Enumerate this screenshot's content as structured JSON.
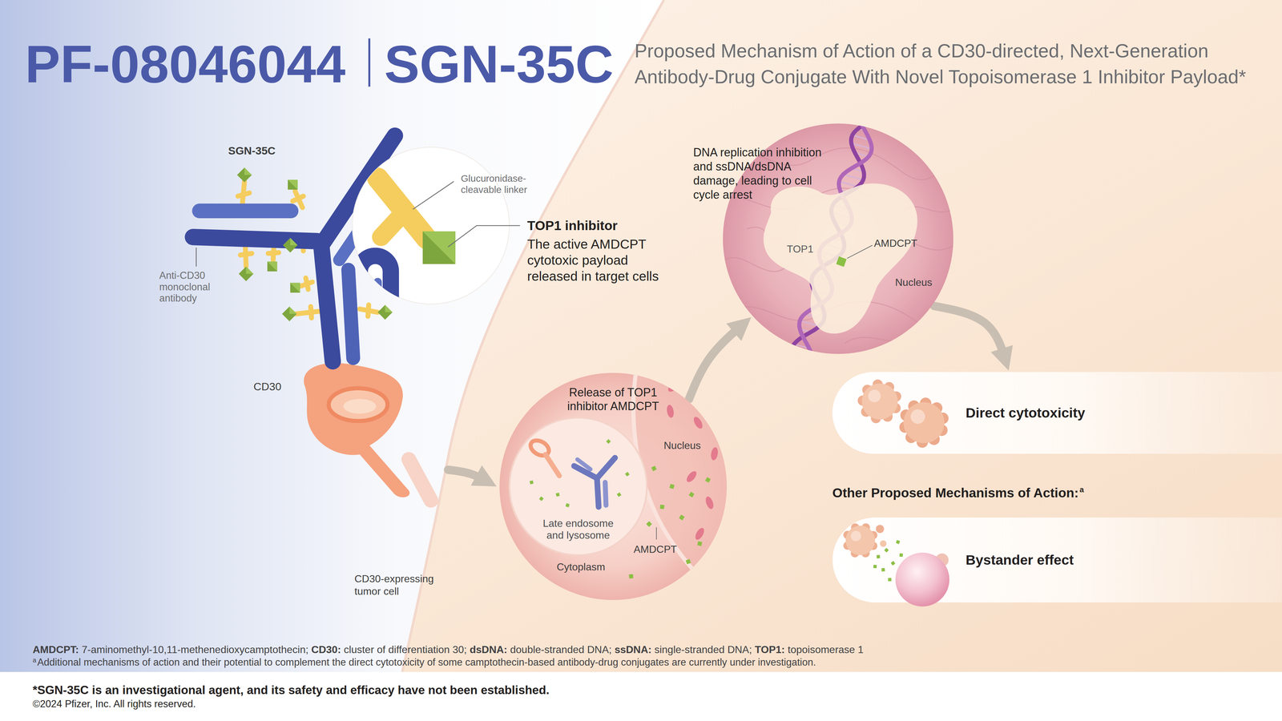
{
  "diagram": {
    "title": "PF-08046044",
    "nodes": [
      {
        "text": [
          "CD30-expressing tumor cell"
        ]
      },
      {
        "text": [
          "Release of TOP1 inhibitor AMDCPT"
        ]
      },
      {
        "text": [
          "Late endosome and lysosome"
        ],
        "in": 1
      },
      {
        "text": [
          "DNA replication inhibition and ssDNA/dsDNA damage, leading to cell cycle arrest"
        ]
      },
      {
        "text": [
          "Direct cytotoxicity"
        ]
      },
      {
        "text": [
          "Bystander effect"
        ]
      }
    ],
    "edges": [
      {
        "from": 0,
        "to": 1,
        "arrow": "to"
      },
      {
        "from": 1,
        "to": 3,
        "arrow": "to"
      },
      {
        "from": 3,
        "to": 4,
        "arrow": "to"
      }
    ],
    "labels": [
      "SGN-35C",
      "Proposed Mechanism of Action of a CD30-directed, Next-Generation Antibody-Drug Conjugate With Novel Topoisomerase 1 Inhibitor Payload*",
      "SGN-35C",
      "Anti-CD30 monoclonal antibody",
      "CD30",
      "Glucuronidase- cleavable linker",
      "TOP1 inhibitor",
      "The active AMDCPT cytotoxic payload released in target cells",
      "Nucleus",
      "Cytoplasm",
      "AMDCPT",
      "TOP1",
      "AMDCPT",
      "Nucleus",
      "Other Proposed Mechanisms of Action:",
      "a",
      "AMDCPT:",
      "7-aminomethyl-10,11-methenedioxycamptothecin;",
      "CD30:",
      "cluster of differentiation 30;",
      "dsDNA:",
      "double-stranded DNA;",
      "ssDNA:",
      "single-stranded DNA;",
      "TOP1:",
      "topoisomerase 1",
      "a",
      "Additional mechanisms of action and their potential to complement the direct cytotoxicity of some camptothecin-based antibody-drug conjugates are currently under investigation.",
      "*SGN-35C is an investigational agent, and its safety and efficacy have not been established.",
      "©2024 Pfizer, Inc. All rights reserved."
    ]
  }
}
